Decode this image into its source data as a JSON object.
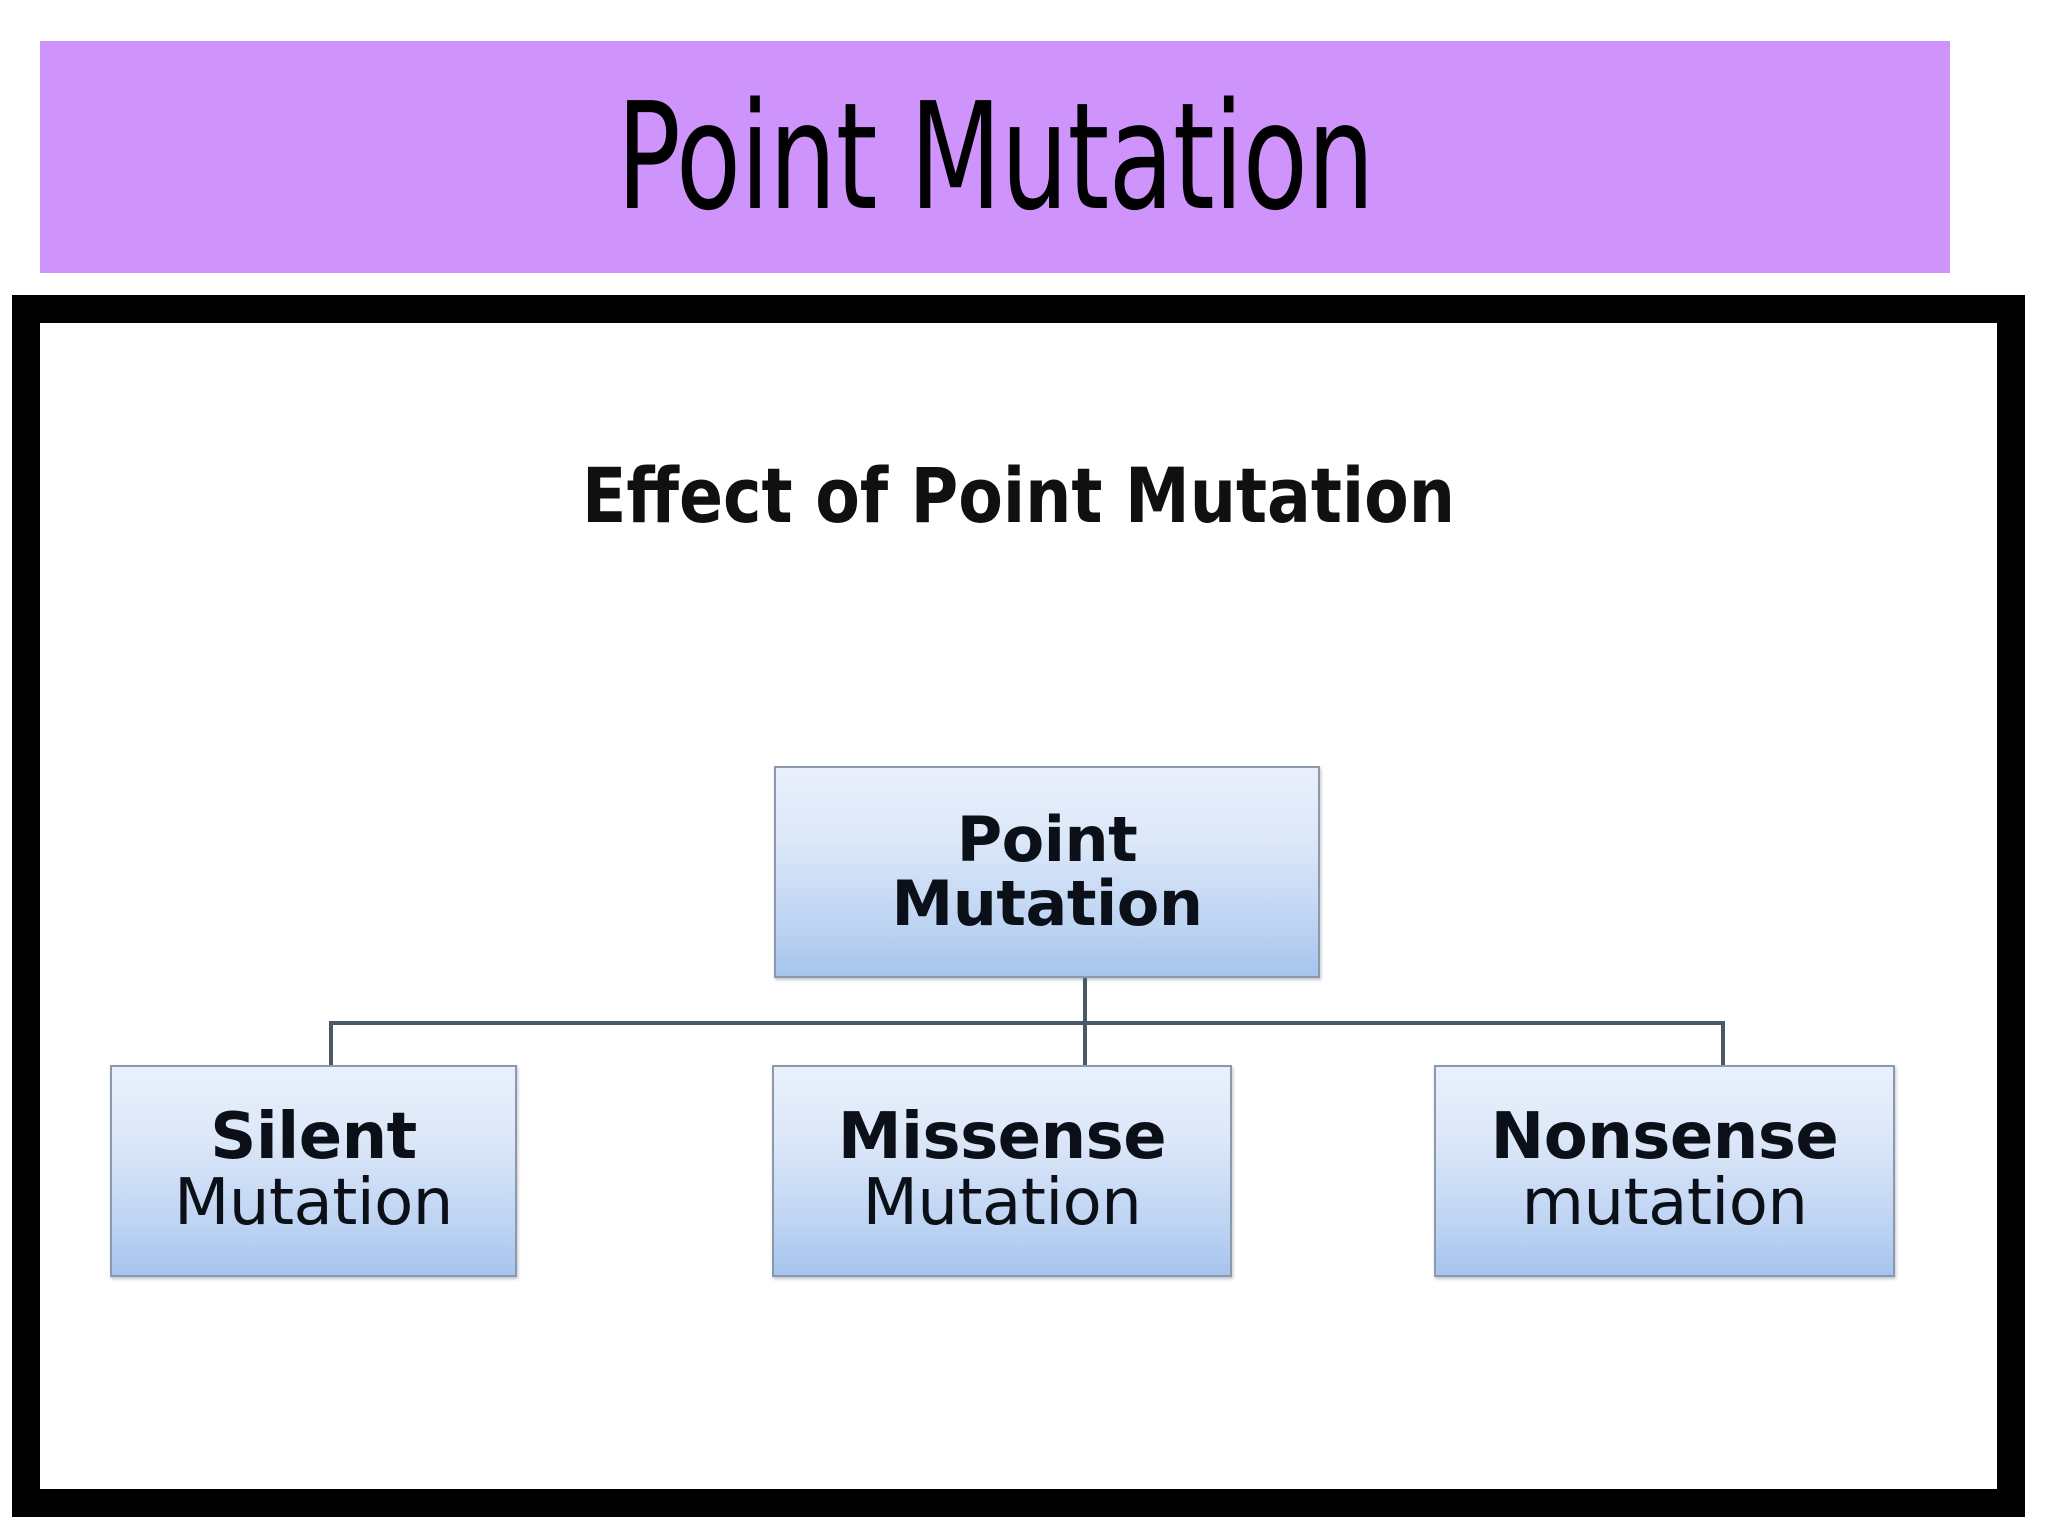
{
  "slide": {
    "title": "Point Mutation",
    "banner_color": "#CE94FC",
    "frame_color": "#000000",
    "canvas_color": "#FFFFFF"
  },
  "diagram": {
    "heading": "Effect of Point Mutation",
    "connector_color": "#4A5968",
    "box_border_color": "#8C99AD",
    "box_gradient_top": "#E9F0FC",
    "box_gradient_bottom": "#A6C4EE",
    "root": {
      "line1": "Point",
      "line2": "Mutation"
    },
    "children": [
      {
        "line1": "Silent",
        "line2": "Mutation"
      },
      {
        "line1": "Missense",
        "line2": "Mutation"
      },
      {
        "line1": "Nonsense",
        "line2": "mutation"
      }
    ]
  }
}
